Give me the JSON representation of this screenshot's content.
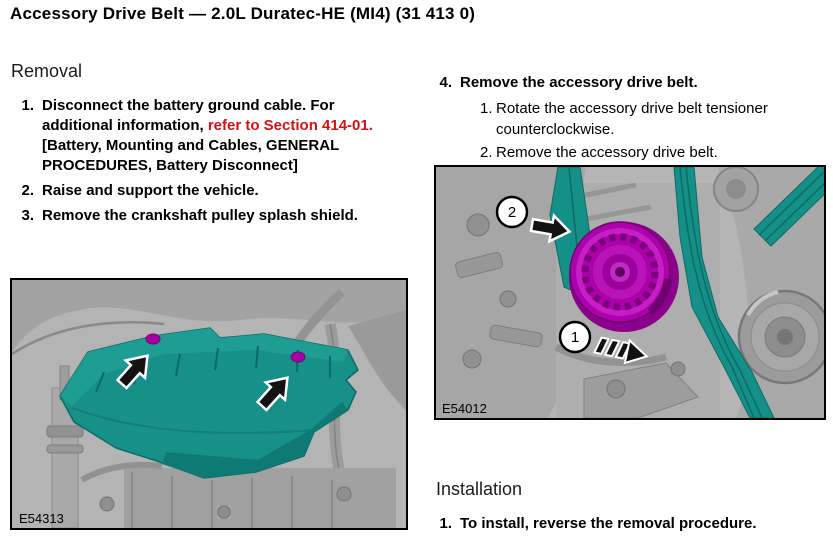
{
  "page": {
    "title": "Accessory Drive Belt — 2.0L Duratec-HE (MI4) (31 413 0)"
  },
  "removal": {
    "heading": "Removal",
    "step1": {
      "number": "1.",
      "text_before": "Disconnect the battery ground cable. For additional information, ",
      "link": "refer to Section 414-01.",
      "text_after": "[Battery, Mounting and Cables, GENERAL PROCEDURES, Battery Disconnect]"
    },
    "step2": {
      "number": "2.",
      "text": "Raise and support the vehicle."
    },
    "step3": {
      "number": "3.",
      "text": "Remove the crankshaft pulley splash shield."
    },
    "step4": {
      "number": "4.",
      "text": "Remove the accessory drive belt.",
      "substep1": {
        "number": "1.",
        "text": "Rotate the accessory drive belt tensioner counterclockwise."
      },
      "substep2": {
        "number": "2.",
        "text": "Remove the accessory drive belt."
      }
    }
  },
  "installation": {
    "heading": "Installation",
    "step1": {
      "number": "1.",
      "text": "To install, reverse the removal procedure."
    }
  },
  "figures": {
    "splash_shield": {
      "label": "E54313"
    },
    "drive_belt": {
      "label": "E54012",
      "callout_belt": "2",
      "callout_tensioner": "1"
    }
  },
  "colors": {
    "link_red": "#cc1414",
    "highlight_teal": "#169089",
    "highlight_magenta": "#ab00ab",
    "figure_background": "#b4b4b4"
  }
}
